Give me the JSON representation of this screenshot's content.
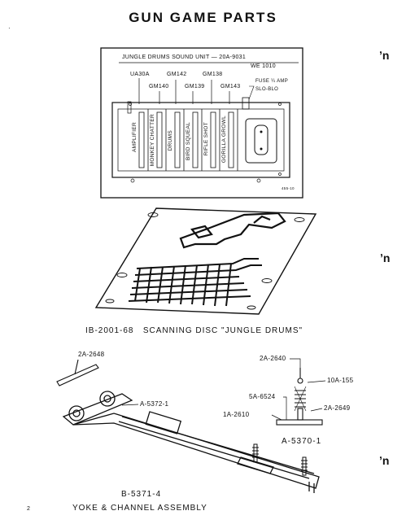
{
  "page_title": "GUN GAME PARTS",
  "sound_unit": {
    "title": "JUNGLE DRUMS SOUND UNIT — 20A-9031",
    "subtitle": "WE 1010",
    "top_labels": [
      "UA30A",
      "GM142",
      "GM138"
    ],
    "mid_labels": [
      "GM140",
      "GM139",
      "GM143"
    ],
    "fuse_label": "FUSE ¼ AMP",
    "fuse_type": "SLO-BLO",
    "modules": [
      "AMPLIFIER",
      "MONKEY CHATTER",
      "DRUMS",
      "BIRD SQUEAL",
      "RIFLE SHOT",
      "GORILLA GROWL"
    ],
    "corner_code": "455-10"
  },
  "disc_caption": "IB-2001-68   SCANNING DISC \"JUNGLE DRUMS\"",
  "yoke": {
    "part_pin": "2A-2648",
    "part_bracket": "A-5372-1",
    "assembly": "B-5371-4",
    "caption": "YOKE & CHANNEL ASSEMBLY"
  },
  "spring_assembly": {
    "part_top": "2A-2640",
    "part_spring": "10A-155",
    "part_washer": "5A-6524",
    "part_pin": "2A-2649",
    "part_base": "1A-2610",
    "assembly": "A-5370-1"
  },
  "page_number": "2"
}
